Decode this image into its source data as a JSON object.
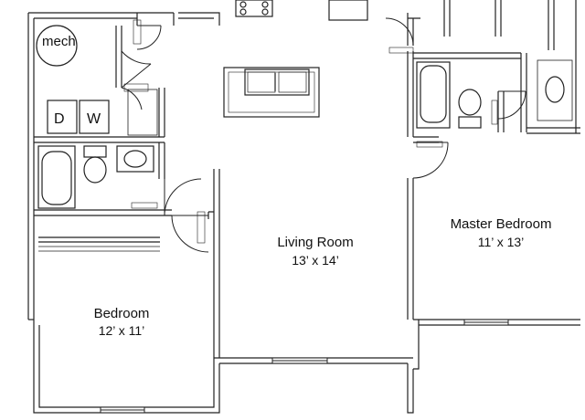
{
  "rooms": {
    "living": {
      "name": "Living Room",
      "size": "13’ x 14’"
    },
    "master": {
      "name": "Master Bedroom",
      "size": "11’ x 13’"
    },
    "bedroom": {
      "name": "Bedroom",
      "size": "12’ x 11’"
    }
  },
  "fixtures": {
    "mech": "mech",
    "dryer": "D",
    "washer": "W"
  }
}
